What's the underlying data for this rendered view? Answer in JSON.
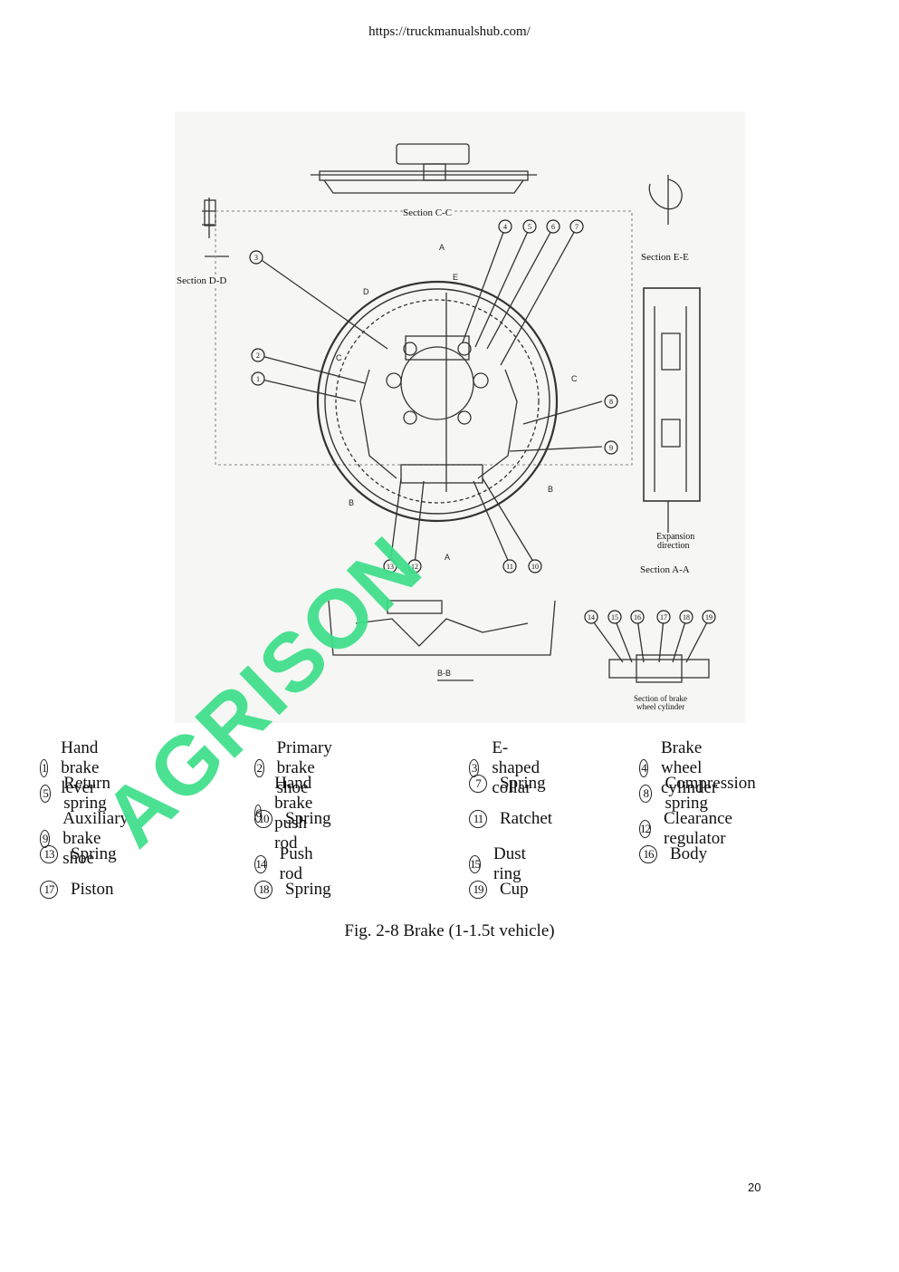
{
  "header": {
    "url": "https://truckmanualshub.com/"
  },
  "figure": {
    "section_labels": {
      "cc": "Section C-C",
      "dd": "Section D-D",
      "ee": "Section E-E",
      "aa": "Section A-A",
      "expansion_1": "Expansion",
      "expansion_2": "direction",
      "cyl_1": "Section of brake",
      "cyl_2": "wheel cylinder"
    },
    "marks": {
      "A": "A",
      "B": "B",
      "C": "C",
      "D": "D",
      "E": "E",
      "bb": "B-B"
    },
    "callouts": [
      "1",
      "2",
      "3",
      "4",
      "5",
      "6",
      "7",
      "8",
      "9",
      "10",
      "11",
      "12",
      "13",
      "14",
      "15",
      "16",
      "17",
      "18",
      "19"
    ]
  },
  "legend": [
    {
      "num": "1",
      "text": "Hand brake lever"
    },
    {
      "num": "2",
      "text": "Primary brake shoe"
    },
    {
      "num": "3",
      "text": "E-shaped collar"
    },
    {
      "num": "4",
      "text": "Brake wheel cylinder"
    },
    {
      "num": "5",
      "text": "Return spring"
    },
    {
      "num": "6",
      "text": "Hand brake push rod"
    },
    {
      "num": "7",
      "text": "Spring"
    },
    {
      "num": "8",
      "text": "Compression spring"
    },
    {
      "num": "9",
      "text": "Auxiliary brake shoe"
    },
    {
      "num": "10",
      "text": "Spring"
    },
    {
      "num": "11",
      "text": "Ratchet"
    },
    {
      "num": "12",
      "text": "Clearance regulator"
    },
    {
      "num": "13",
      "text": "Spring"
    },
    {
      "num": "14",
      "text": "Push rod"
    },
    {
      "num": "15",
      "text": "Dust ring"
    },
    {
      "num": "16",
      "text": "Body"
    },
    {
      "num": "17",
      "text": "Piston"
    },
    {
      "num": "18",
      "text": "Spring"
    },
    {
      "num": "19",
      "text": "Cup"
    }
  ],
  "caption": "Fig. 2-8 Brake (1-1.5t vehicle)",
  "page_number": "20",
  "watermark": "AGRISON",
  "colors": {
    "watermark": "#3fdf8a",
    "ink": "#111111"
  }
}
